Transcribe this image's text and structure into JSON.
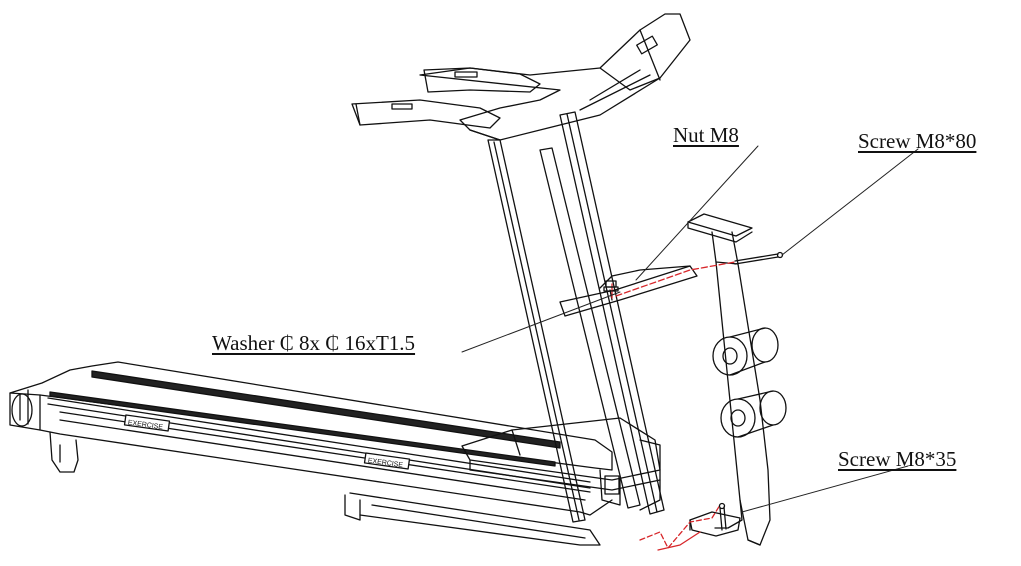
{
  "diagram": {
    "subject": "treadmill assembly exploded view",
    "colors": {
      "line": "#111111",
      "fastener": "#d7262a",
      "background": "#ffffff"
    },
    "callouts": [
      {
        "id": "nut",
        "text": "Nut M8"
      },
      {
        "id": "washer",
        "text": "Washer ₵ 8x ₵ 16xT1.5"
      },
      {
        "id": "screw80",
        "text": "Screw M8*80"
      },
      {
        "id": "screw35",
        "text": "Screw M8*35"
      }
    ],
    "deck_labels": [
      {
        "id": "deck-label-left",
        "text": "EXERCISE"
      },
      {
        "id": "deck-label-right",
        "text": "EXERCISE"
      }
    ]
  }
}
